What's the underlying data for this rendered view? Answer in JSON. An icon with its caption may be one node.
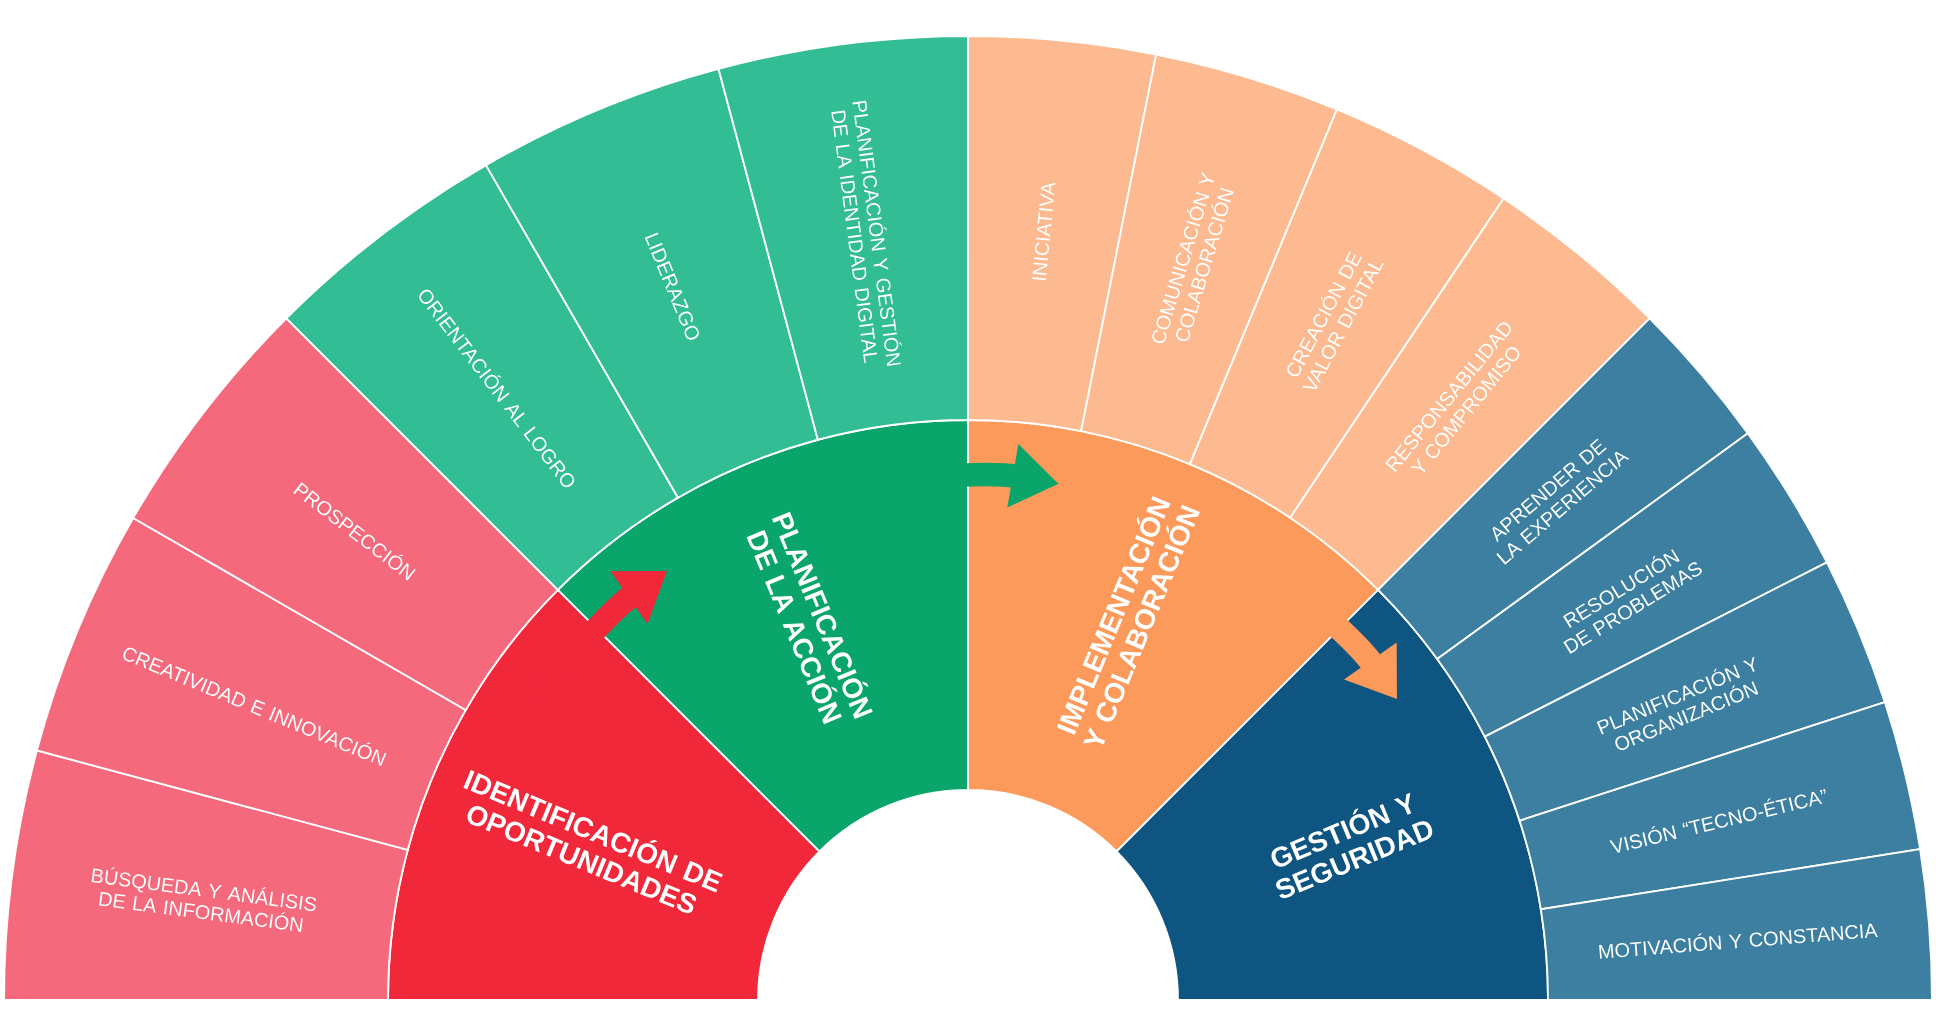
{
  "diagram": {
    "nodes": [
      {
        "text": [
          "IDENTIFICACIÓN DE OPORTUNIDADES"
        ]
      },
      {
        "text": [
          "PLANIFICACIÓN DE LA ACCIÓN"
        ]
      },
      {
        "text": [
          "IMPLEMENTACIÓN Y COLABORACIÓN"
        ]
      },
      {
        "text": [
          "GESTIÓN Y SEGURIDAD"
        ]
      },
      {
        "text": [
          "BÚSQUEDA Y ANÁLISIS DE LA INFORMACIÓN"
        ]
      },
      {
        "text": [
          "CREATIVIDAD E INNOVACIÓN"
        ]
      },
      {
        "text": [
          "PROSPECCIÓN"
        ]
      },
      {
        "text": [
          "ORIENTACIÓN AL LOGRO"
        ]
      },
      {
        "text": [
          "LIDERAZGO"
        ]
      },
      {
        "text": [
          "PLANIFICACIÓN Y GESTIÓN DE LA IDENTIDAD DIGITAL"
        ]
      },
      {
        "text": [
          "INICIATIVA"
        ]
      },
      {
        "text": [
          "COMUNICACIÓN Y COLABORACIÓN"
        ]
      },
      {
        "text": [
          "CREACIÓN DE VALOR DIGITAL"
        ]
      },
      {
        "text": [
          "RESPONSABILIDAD Y COMPROMISO"
        ]
      },
      {
        "text": [
          "APRENDER DE LA EXPERIENCIA"
        ]
      },
      {
        "text": [
          "RESOLUCIÓN DE PROBLEMAS"
        ]
      },
      {
        "text": [
          "PLANIFICACIÓN Y ORGANIZACIÓN"
        ]
      },
      {
        "text": [
          "VISIÓN “TECNO-ÉTICA”"
        ]
      },
      {
        "text": [
          "MOTIVACIÓN Y CONSTANCIA"
        ]
      }
    ],
    "edges": [
      {
        "from": 0,
        "to": 1,
        "arrow": "to",
        "color": "#f0283a"
      },
      {
        "from": 1,
        "to": 2,
        "arrow": "to",
        "color": "#0aa56a"
      },
      {
        "from": 2,
        "to": 3,
        "arrow": "to",
        "color": "#fb9a5a"
      }
    ]
  }
}
